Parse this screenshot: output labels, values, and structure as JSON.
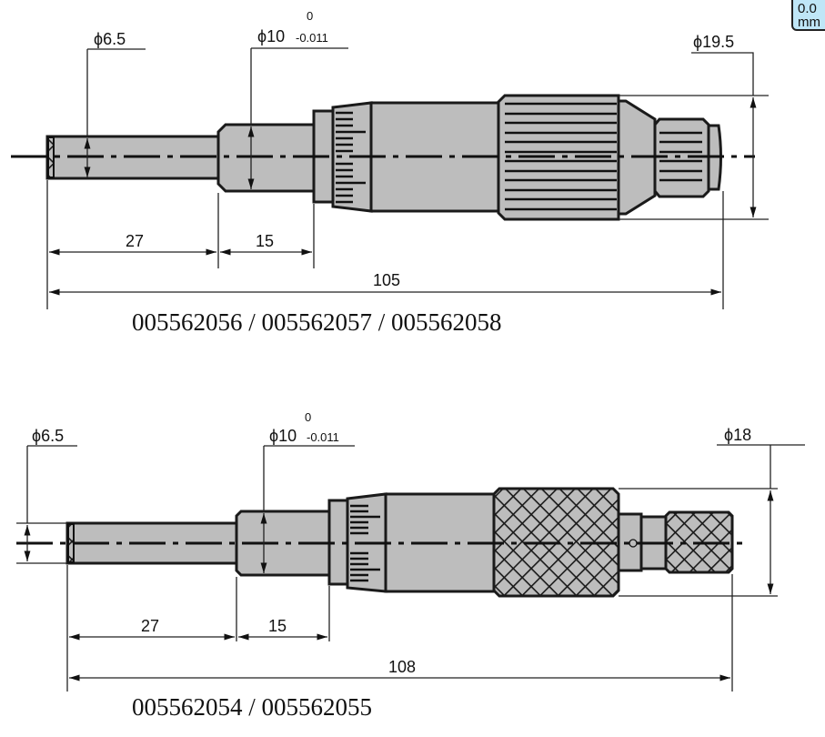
{
  "badge": {
    "line1": "0.0",
    "line2": "mm"
  },
  "top_drawing": {
    "dia_spindle": "ϕ6.5",
    "dia_sleeve": "ϕ10",
    "dia_sleeve_upper_tol": "0",
    "dia_sleeve_lower_tol": "-0.011",
    "dia_ratchet": "ϕ19.5",
    "len_spindle": "27",
    "len_sleeve": "15",
    "len_total": "105",
    "caption": "005562056 / 005562057 / 005562058"
  },
  "bottom_drawing": {
    "dia_spindle": "ϕ6.5",
    "dia_sleeve": "ϕ10",
    "dia_sleeve_upper_tol": "0",
    "dia_sleeve_lower_tol": "-0.011",
    "dia_ratchet": "ϕ18",
    "len_spindle": "27",
    "len_sleeve": "15",
    "len_total": "108",
    "caption": "005562054 / 005562055"
  },
  "colors": {
    "part_fill": "#bdbdbd",
    "outline": "#1a1a1a",
    "badge": "#bfe6f7"
  }
}
